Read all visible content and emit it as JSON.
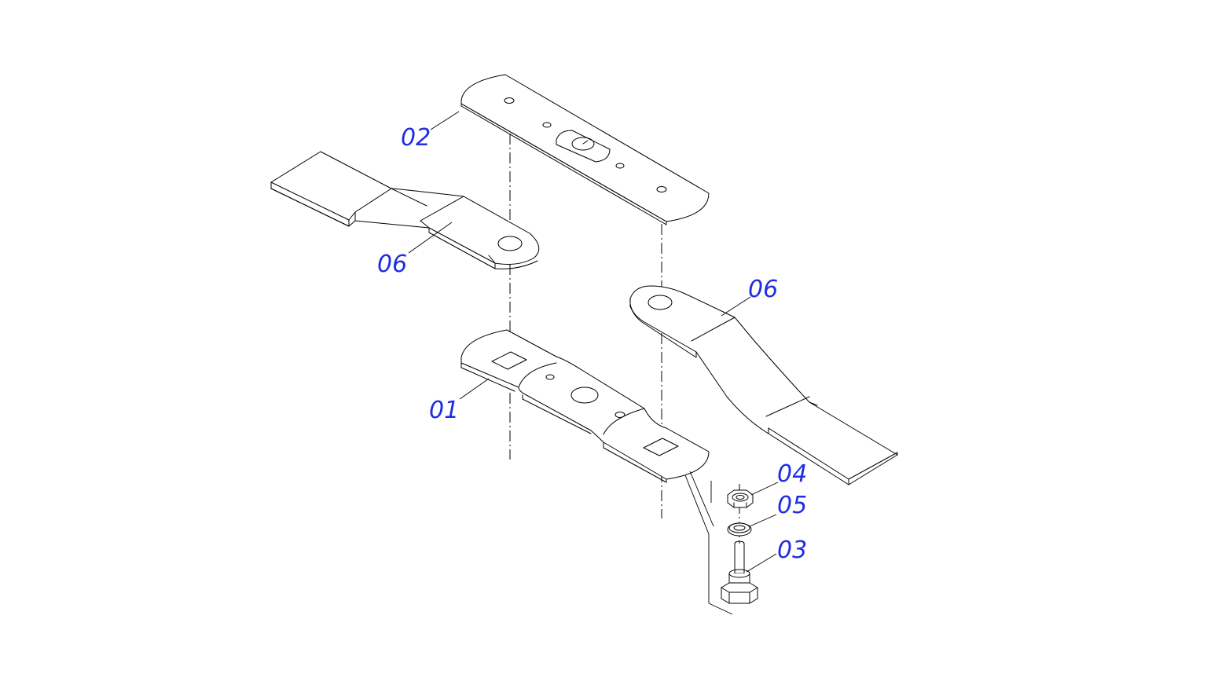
{
  "diagram": {
    "callouts": [
      {
        "id": "c-02",
        "label": "02"
      },
      {
        "id": "c-06a",
        "label": "06"
      },
      {
        "id": "c-06b",
        "label": "06"
      },
      {
        "id": "c-01",
        "label": "01"
      },
      {
        "id": "c-04",
        "label": "04"
      },
      {
        "id": "c-05",
        "label": "05"
      },
      {
        "id": "c-03",
        "label": "03"
      }
    ],
    "colors": {
      "callout_text": "#1f2ee0",
      "line": "#000000",
      "background": "#ffffff"
    }
  }
}
